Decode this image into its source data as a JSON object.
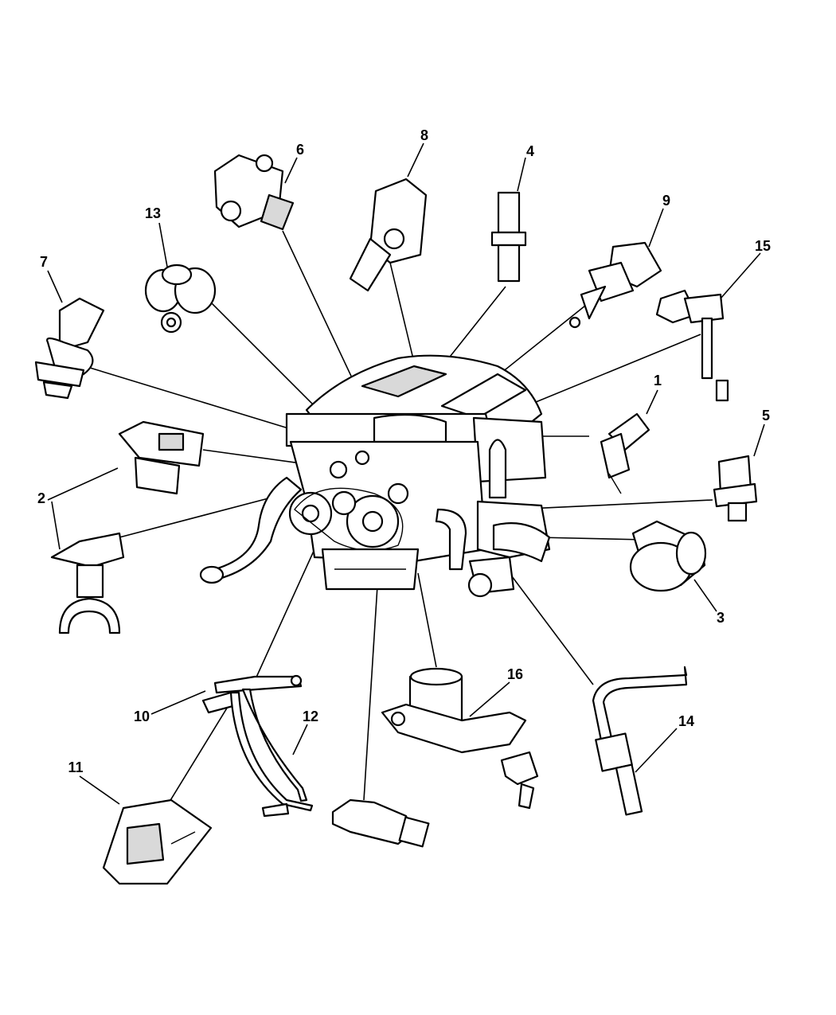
{
  "callouts": [
    {
      "id": "1",
      "label": "1"
    },
    {
      "id": "2a",
      "label": "2"
    },
    {
      "id": "3",
      "label": "3"
    },
    {
      "id": "4",
      "label": "4"
    },
    {
      "id": "5",
      "label": "5"
    },
    {
      "id": "6",
      "label": "6"
    },
    {
      "id": "7",
      "label": "7"
    },
    {
      "id": "8",
      "label": "8"
    },
    {
      "id": "9",
      "label": "9"
    },
    {
      "id": "10",
      "label": "10"
    },
    {
      "id": "11",
      "label": "11"
    },
    {
      "id": "12",
      "label": "12"
    },
    {
      "id": "13",
      "label": "13"
    },
    {
      "id": "14",
      "label": "14"
    },
    {
      "id": "15",
      "label": "15"
    },
    {
      "id": "16",
      "label": "16"
    }
  ]
}
